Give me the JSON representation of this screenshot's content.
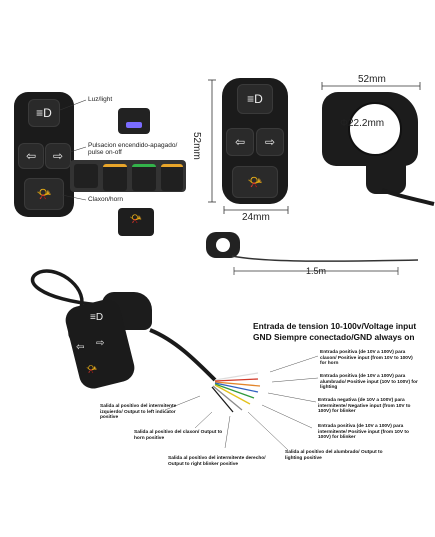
{
  "labels": {
    "luz": "Luz/light",
    "pulsacion_1": "Pulsacion encendido-apagado/",
    "pulsacion_2": "pulse on-off",
    "claxon": "Claxon/horn"
  },
  "dimensions": {
    "width": "52mm",
    "diameter": "Φ22.2mm",
    "height": "52mm",
    "depth": "24mm",
    "cable": "1.5m"
  },
  "heading": {
    "line1": "Entrada de tension 10-100v/Voltage input",
    "line2": "GND Siempre conectado/GND always on"
  },
  "wires": {
    "right": [
      "Entrada positiva (de 10V a 100V) para claxon/ Positive input (from 10V to 100V) for horn",
      "Entrada positiva (de 10V a 100V) para alumbrado/ Positive input (10V to 100V) for lighting",
      "Entrada negativa (de 10V a 100V) para intermitente/ Negative input (from 10V to 100V) for blinker",
      "Entrada positiva (de 10V a 100V) para intermitente/ Positive input (from 10V to 100V) for blinker"
    ],
    "left": [
      "Salida al positivo del intermitente izquierdo/ Output to left indicator positive",
      "Salida al positivo del claxon/ Output to horn positive",
      "Salida al positivo del intermitente derecho/ Output to right blinker positive",
      "Salida al positivo del alumbrado/ Output to lighting positive"
    ]
  },
  "icons": [
    "headlight-icon",
    "left-arrow-icon",
    "right-arrow-icon",
    "horn-icon"
  ],
  "colors": {
    "housing": "#1b1b1b",
    "wire_red": "#d23a2a",
    "wire_yellow": "#e3c21c",
    "wire_green": "#2f9a3c",
    "wire_blue": "#2f5fc0",
    "wire_orange": "#e2852b",
    "wire_white": "#dddddd"
  }
}
